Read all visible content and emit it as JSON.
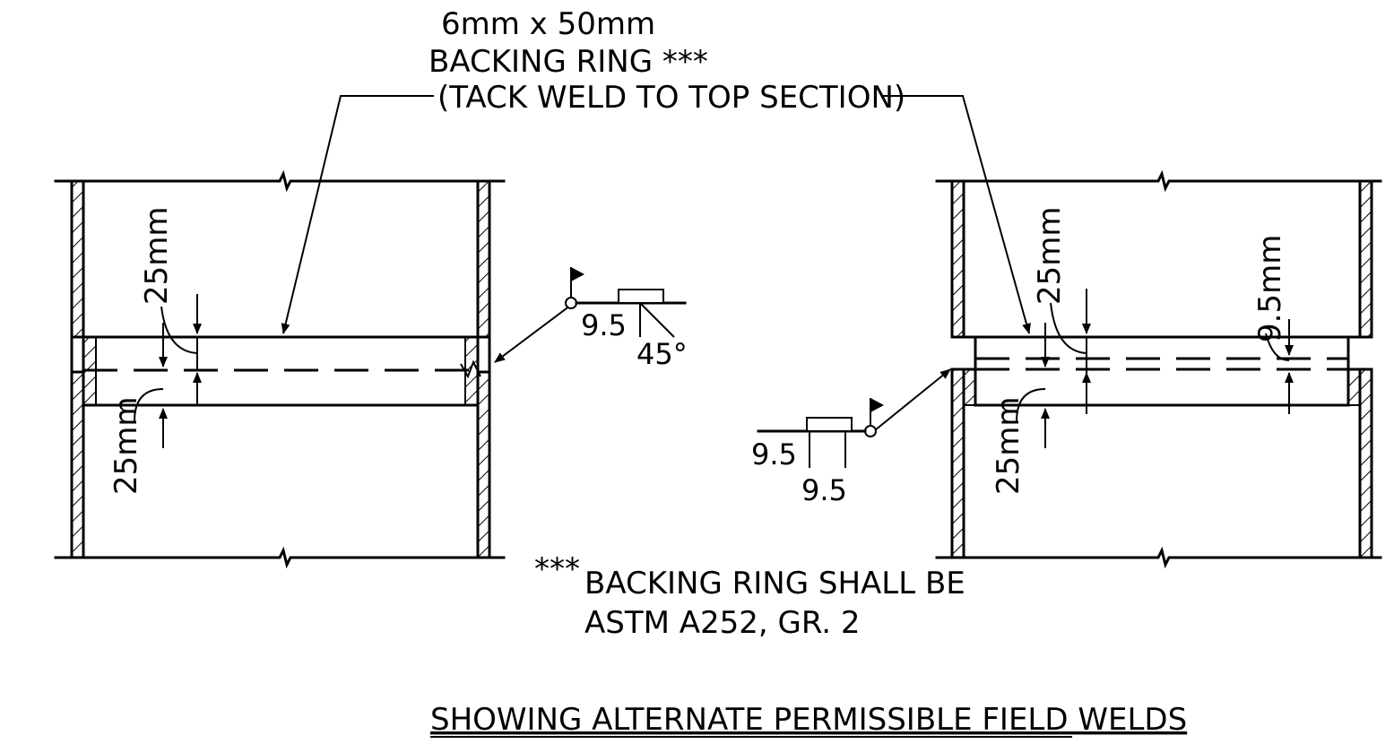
{
  "callout": {
    "line1": "6mm x 50mm",
    "line2": "BACKING RING ***",
    "line3": "(TACK WELD TO TOP SECTION)"
  },
  "left_detail": {
    "dim_top": "25mm",
    "dim_bottom": "25mm",
    "weld_size": "9.5",
    "weld_angle": "45°"
  },
  "right_detail": {
    "dim_top": "25mm",
    "dim_bottom": "25mm",
    "dim_side": "9.5mm",
    "weld_size_a": "9.5",
    "weld_size_b": "9.5"
  },
  "note": {
    "marker": "***",
    "line1": "BACKING RING SHALL BE",
    "line2": "ASTM A252, GR. 2"
  },
  "title": "SHOWING ALTERNATE PERMISSIBLE FIELD WELDS"
}
